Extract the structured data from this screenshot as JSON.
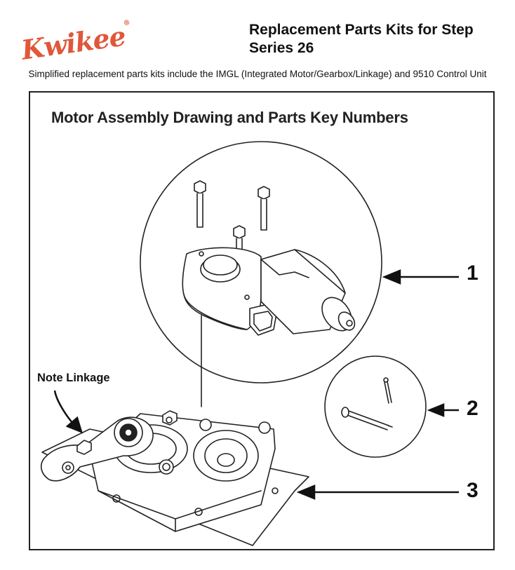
{
  "brand": {
    "logo_text": "Kwikee",
    "logo_mark": "®",
    "accent": "#e0573a"
  },
  "header": {
    "title": "Replacement Parts Kits for Step Series 26",
    "subtitle": "Simplified replacement parts kits include the IMGL (Integrated Motor/Gearbox/Linkage) and 9510 Control Unit"
  },
  "figure": {
    "heading": "Motor Assembly Drawing and Parts Key Numbers",
    "note_label": "Note Linkage",
    "key_numbers": [
      "1",
      "2",
      "3"
    ]
  }
}
